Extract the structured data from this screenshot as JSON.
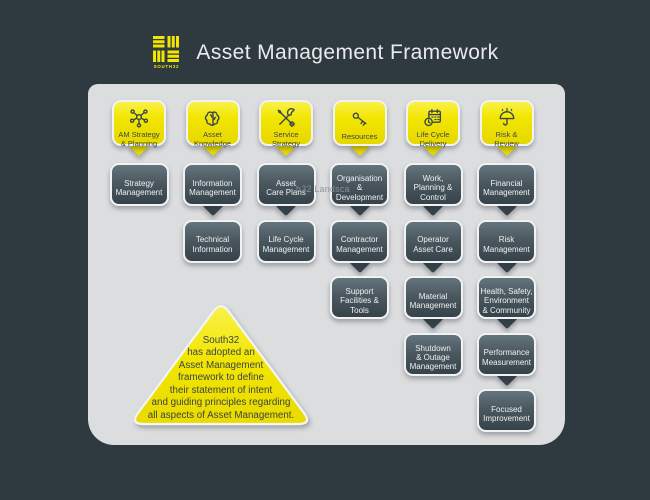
{
  "header": {
    "title": "Asset Management Framework",
    "logo_text": "SOUTH32"
  },
  "watermark": "h32 Landsca",
  "columns": [
    {
      "header": {
        "label": "AM Strategy\n& Planning",
        "icon": "network-icon"
      },
      "items": [
        {
          "label": "Strategy\nManagement",
          "pointed": false
        }
      ]
    },
    {
      "header": {
        "label": "Asset\nKnowledge",
        "icon": "brain-icon"
      },
      "items": [
        {
          "label": "Information\nManagement",
          "pointed": true
        },
        {
          "label": "Technical\nInformation",
          "pointed": false
        }
      ]
    },
    {
      "header": {
        "label": "Service\nStrategy",
        "icon": "tools-icon"
      },
      "items": [
        {
          "label": "Asset\nCare Plans",
          "pointed": true
        },
        {
          "label": "Life Cycle\nManagement",
          "pointed": false
        }
      ]
    },
    {
      "header": {
        "label": "Resources",
        "icon": "key-icon"
      },
      "items": [
        {
          "label": "Organisation\n&\nDevelopment",
          "pointed": true
        },
        {
          "label": "Contractor\nManagement",
          "pointed": true
        },
        {
          "label": "Support\nFacilities &\nTools",
          "pointed": false
        }
      ]
    },
    {
      "header": {
        "label": "Life Cycle\nDelivery",
        "icon": "calendar-clock-icon"
      },
      "items": [
        {
          "label": "Work,\nPlanning &\nControl",
          "pointed": true
        },
        {
          "label": "Operator\nAsset Care",
          "pointed": true
        },
        {
          "label": "Material\nManagement",
          "pointed": true
        },
        {
          "label": "Shutdown\n& Outage\nManagement",
          "pointed": false
        }
      ]
    },
    {
      "header": {
        "label": "Risk &\nReview",
        "icon": "umbrella-icon"
      },
      "items": [
        {
          "label": "Financial\nManagement",
          "pointed": true
        },
        {
          "label": "Risk\nManagement",
          "pointed": true
        },
        {
          "label": "Health, Safety,\nEnvironment\n& Community",
          "pointed": true
        },
        {
          "label": "Performance\nMeasurement",
          "pointed": true
        },
        {
          "label": "Focused\nImprovement",
          "pointed": false
        }
      ]
    }
  ],
  "callout": {
    "lines": [
      "South32",
      "has adopted an",
      "Asset Management",
      "framework to define",
      "their statement of intent",
      "and guiding principles regarding",
      "all aspects of Asset Management."
    ]
  },
  "colors": {
    "background": "#2e3a40",
    "card": "#dcdddf",
    "accent_yellow": "#f2e600",
    "box_dark_top": "#64757d",
    "box_dark_bottom": "#37434a",
    "text_on_dark": "#eef1f2",
    "text_on_yellow": "#3b464c"
  }
}
